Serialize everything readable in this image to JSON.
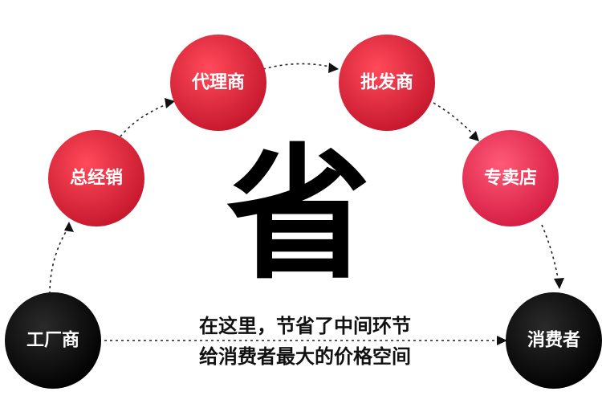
{
  "nodes": [
    {
      "id": "factory",
      "label": "工厂商",
      "color": "#111111"
    },
    {
      "id": "general-distributor",
      "label": "总经销",
      "color": "#d9253a"
    },
    {
      "id": "agent",
      "label": "代理商",
      "color": "#d9253a"
    },
    {
      "id": "wholesaler",
      "label": "批发商",
      "color": "#d9253a"
    },
    {
      "id": "specialty-store",
      "label": "专卖店",
      "color": "#e0284a"
    },
    {
      "id": "consumer",
      "label": "消费者",
      "color": "#111111"
    }
  ],
  "center_char": "省",
  "caption": {
    "line1": "在这里，节省了中间环节",
    "line2": "给消费者最大的价格空间"
  }
}
